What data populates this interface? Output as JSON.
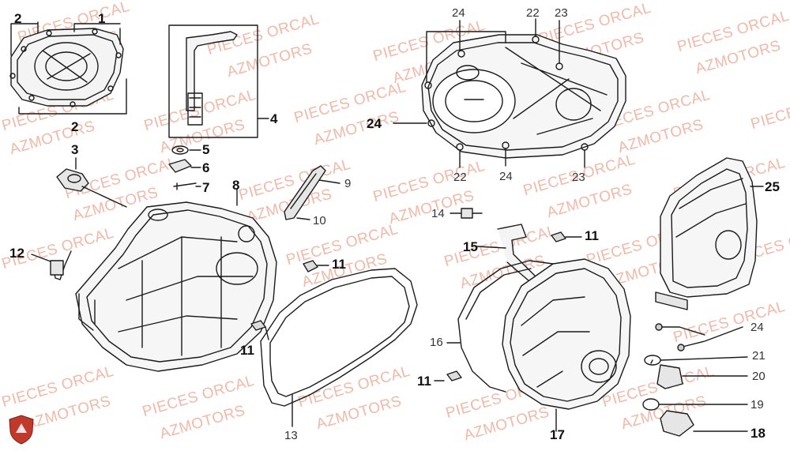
{
  "watermark": {
    "line1": "PIECES ORCAL",
    "line2": "AZMOTORS"
  },
  "callouts": {
    "c1": "1",
    "c2a": "2",
    "c2b": "2",
    "c3": "3",
    "c4": "4",
    "c5": "5",
    "c6": "6",
    "c7": "7",
    "c8": "8",
    "c9": "9",
    "c10": "10",
    "c11a": "11",
    "c11b": "11",
    "c11c": "11",
    "c11d": "11",
    "c12": "12",
    "c13": "13",
    "c14": "14",
    "c15": "15",
    "c16": "16",
    "c17": "17",
    "c18": "18",
    "c19": "19",
    "c20": "20",
    "c21": "21",
    "c22a": "22",
    "c22b": "22",
    "c23a": "23",
    "c23b": "23",
    "c24a": "24",
    "c24b": "24",
    "c24c": "24",
    "c24d": "24",
    "c25": "25"
  },
  "colors": {
    "line": "#1a1a1a",
    "watermark": "#f2b8a8",
    "logo": "#c0392b"
  }
}
